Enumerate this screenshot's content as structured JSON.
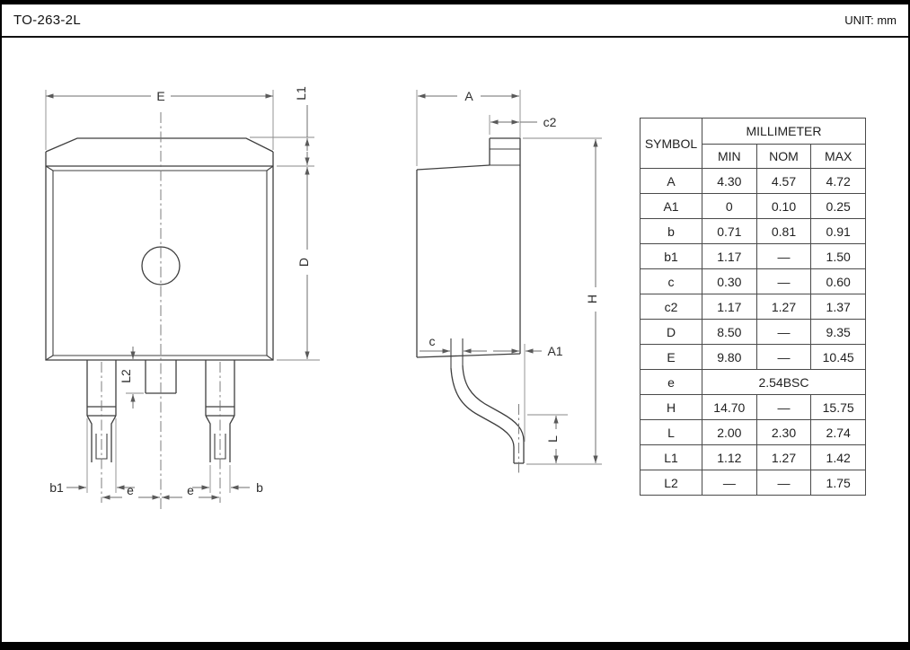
{
  "header": {
    "title": "TO-263-2L",
    "unit": "UNIT: mm"
  },
  "table": {
    "symbol_header": "SYMBOL",
    "group_header": "MILLIMETER",
    "col_min": "MIN",
    "col_nom": "NOM",
    "col_max": "MAX",
    "rows": [
      {
        "symbol": "A",
        "min": "4.30",
        "nom": "4.57",
        "max": "4.72"
      },
      {
        "symbol": "A1",
        "min": "0",
        "nom": "0.10",
        "max": "0.25"
      },
      {
        "symbol": "b",
        "min": "0.71",
        "nom": "0.81",
        "max": "0.91"
      },
      {
        "symbol": "b1",
        "min": "1.17",
        "nom": "—",
        "max": "1.50"
      },
      {
        "symbol": "c",
        "min": "0.30",
        "nom": "—",
        "max": "0.60"
      },
      {
        "symbol": "c2",
        "min": "1.17",
        "nom": "1.27",
        "max": "1.37"
      },
      {
        "symbol": "D",
        "min": "8.50",
        "nom": "—",
        "max": "9.35"
      },
      {
        "symbol": "E",
        "min": "9.80",
        "nom": "—",
        "max": "10.45"
      },
      {
        "symbol": "e",
        "span": "2.54BSC"
      },
      {
        "symbol": "H",
        "min": "14.70",
        "nom": "—",
        "max": "15.75"
      },
      {
        "symbol": "L",
        "min": "2.00",
        "nom": "2.30",
        "max": "2.74"
      },
      {
        "symbol": "L1",
        "min": "1.12",
        "nom": "1.27",
        "max": "1.42"
      },
      {
        "symbol": "L2",
        "min": "—",
        "nom": "—",
        "max": "1.75"
      }
    ]
  },
  "labels": {
    "E": "E",
    "L1": "L1",
    "D": "D",
    "L2": "L2",
    "b1": "b1",
    "e_left": "e",
    "e_right": "e",
    "b": "b",
    "A": "A",
    "c2": "c2",
    "H": "H",
    "c": "c",
    "A1": "A1",
    "L": "L"
  }
}
